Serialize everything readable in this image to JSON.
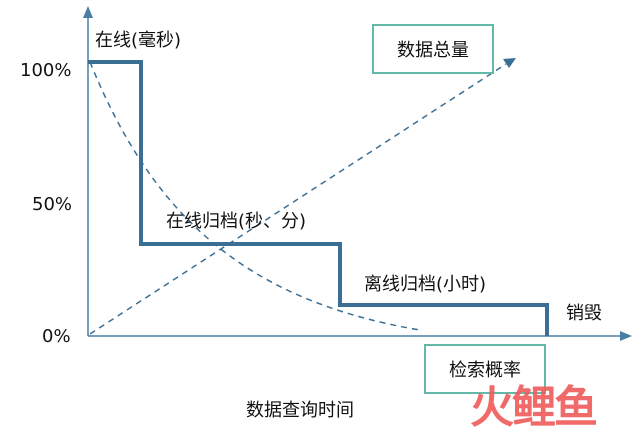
{
  "axes": {
    "y_ticks": [
      "100%",
      "50%",
      "0%"
    ],
    "x_label": "数据查询时间",
    "end_label": "销毁"
  },
  "stages": {
    "online": "在线(毫秒)",
    "online_archive": "在线归档(秒、分)",
    "offline_archive": "离线归档(小时)"
  },
  "callouts": {
    "total_data": "数据总量",
    "query_probability": "检索概率"
  },
  "watermark": "火鲤鱼",
  "colors": {
    "step_line": "#3a6e94",
    "dashed": "#3a6e94",
    "box_border": "#63b8a8",
    "axis": "#4a7ea3"
  }
}
